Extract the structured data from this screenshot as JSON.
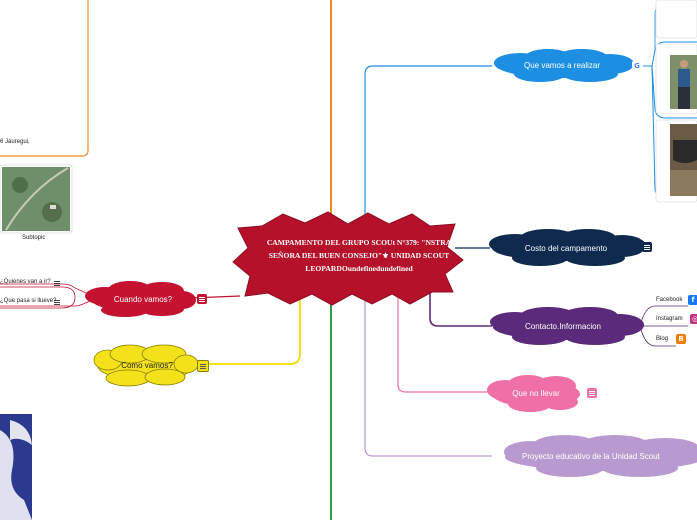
{
  "central": {
    "title": "CAMPAMENTO DEL GRUPO SCOUt N°379: \"NSTRA SEÑORA DEL BUEN CONSEJO\"⚜ UNIDAD SCOUT LEOPARDOundefinedundefined"
  },
  "branches": {
    "que_vamos": "Que vamos a realizar",
    "costo": "Costo del campamento",
    "contacto": "Contacto.Informacion",
    "que_llevar": "Que no llevar",
    "proyecto": "Proyecto educativo de la Unidad Scout",
    "cuando": "Cuando vamos?",
    "como": "Como vamos?"
  },
  "left_topics": {
    "quienes": "¿Quienes van a ir?",
    "llueve": "¿Que pasa si llueve?",
    "jauregui": "6 Jáuregui,",
    "subtopic": "Subtopic"
  },
  "contact_links": {
    "facebook": "Facebook",
    "instagram": "Instagram",
    "blog": "Blog"
  },
  "colors": {
    "central": "#b5112b",
    "que_vamos": "#1c8fe3",
    "costo": "#0e2a4f",
    "contacto": "#5b2a7a",
    "que_llevar": "#f06fa6",
    "proyecto": "#b99ad0",
    "cuando": "#c41230",
    "como": "#f3e21a",
    "trunk_orange": "#f08a24",
    "trunk_green": "#2e9e46"
  }
}
